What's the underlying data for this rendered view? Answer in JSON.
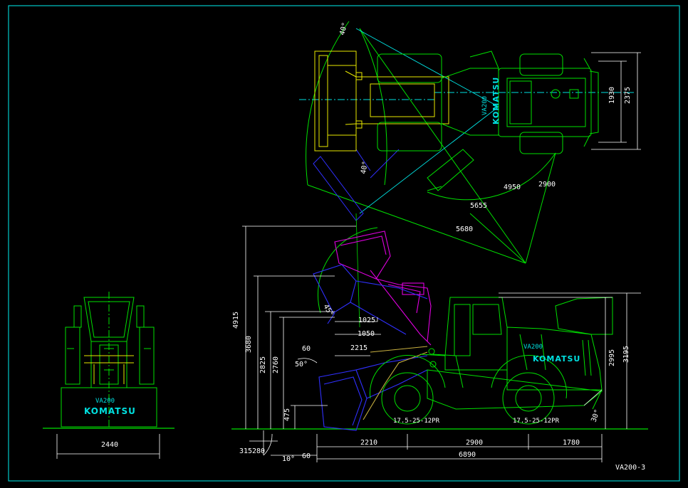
{
  "colors": {
    "frame": "#00c8c8",
    "machine": "#00e000",
    "bucket_top": "#e8e800",
    "white": "#ffffff",
    "cyan": "#00e0e0",
    "magenta": "#e000e0",
    "blue": "#3030ff",
    "tan": "#c8b040"
  },
  "plan_view": {
    "model": "VA200",
    "brand": "KOMATSU",
    "angle_top": "40°",
    "angle_bottom": "40°",
    "radius_4950": "4950",
    "radius_2900": "2900",
    "radius_5655": "5655",
    "radius_5680": "5680",
    "width_1930": "1930",
    "width_2375": "2375"
  },
  "front_view": {
    "model": "VA200",
    "brand": "KOMATSU",
    "track_width": "2440"
  },
  "side_view": {
    "model": "VA200",
    "brand": "KOMATSU",
    "tire_front": "17.5-25-12PR",
    "tire_rear": "17.5-25-12PR",
    "height_4915": "4915",
    "height_3680": "3680",
    "height_2825": "2825",
    "height_2760": "2760",
    "height_475": "475",
    "height_2995": "2995",
    "height_3195": "3195",
    "reach_1025": "1025",
    "reach_1050": "1050",
    "reach_2215": "2215",
    "angle_45": "45°",
    "angle_50": "50°",
    "angle_60": "60",
    "angle_10": "10°",
    "angle_30": "30°",
    "dig_315": "315",
    "dig_280": "280",
    "dim_60": "60",
    "front_overhang": "2210",
    "wheelbase": "2900",
    "rear_overhang": "1780",
    "overall_length": "6890"
  },
  "drawing_label": "VA200-3"
}
